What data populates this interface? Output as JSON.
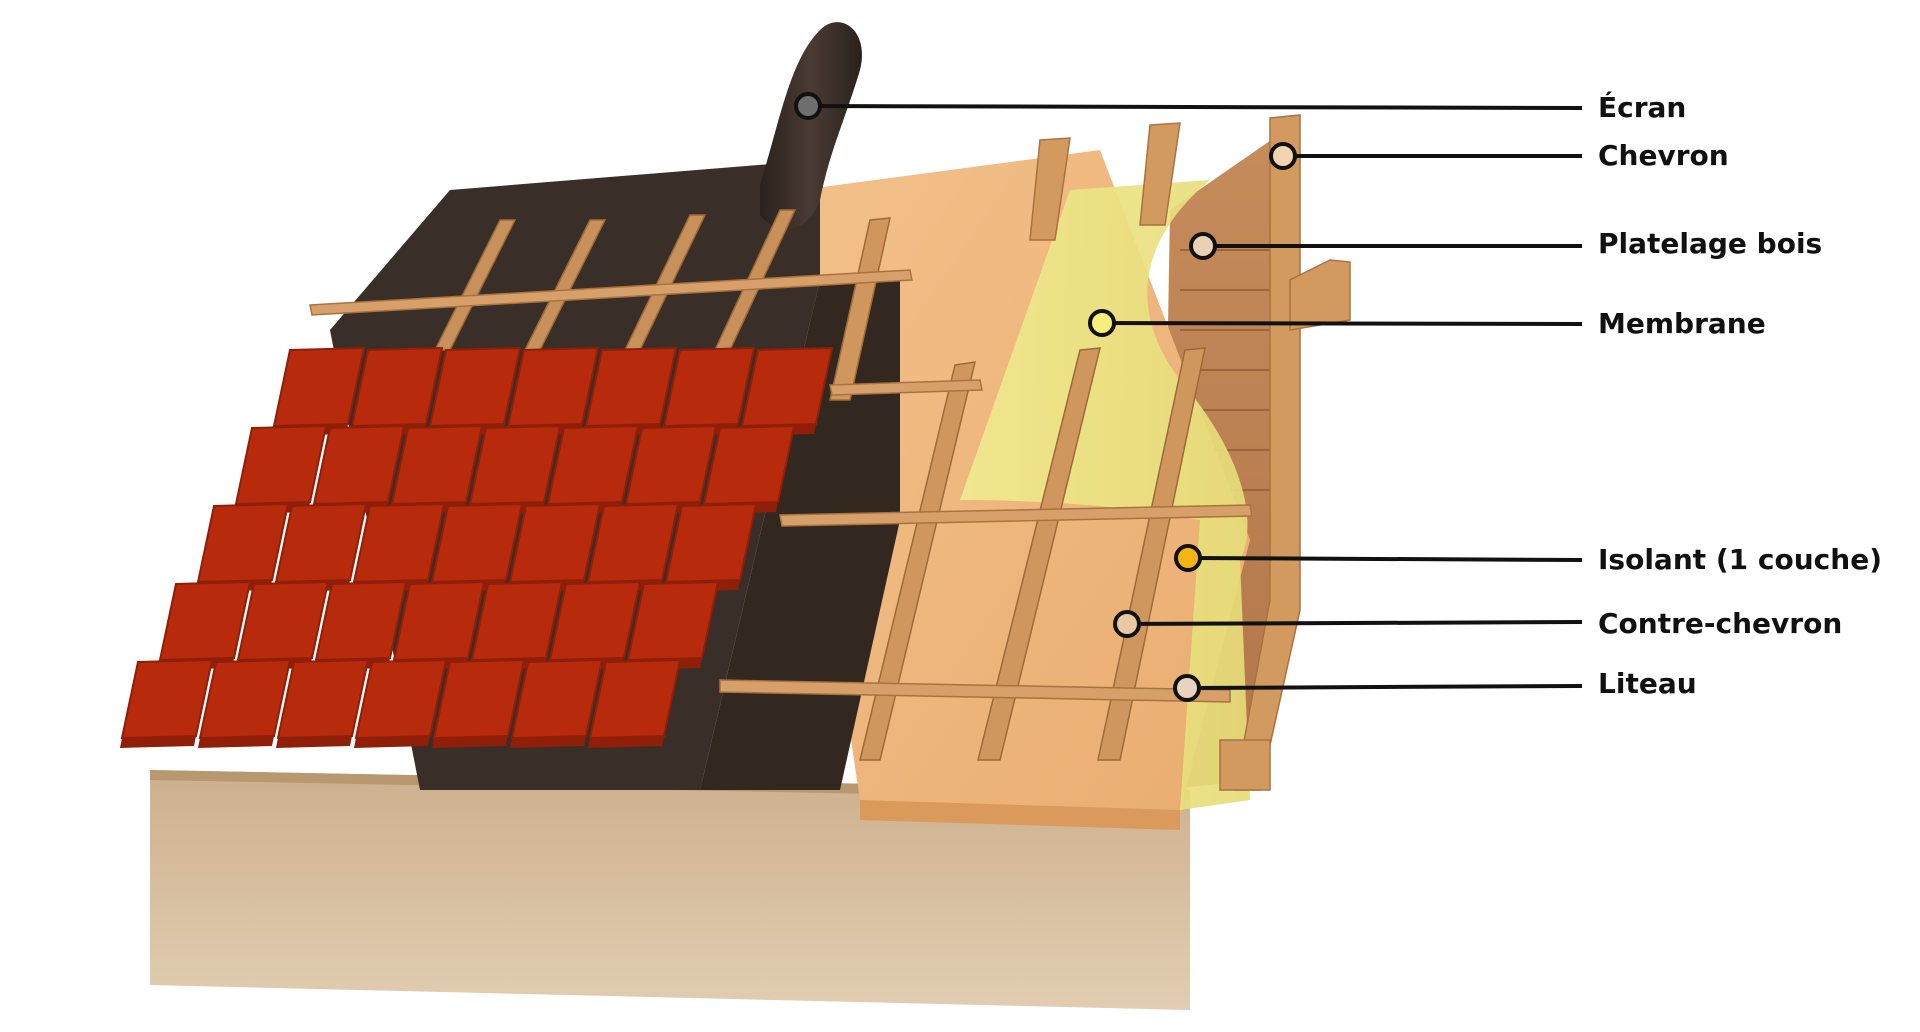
{
  "labels": [
    {
      "id": "ecran",
      "text": "Écran",
      "dot_color": "#6e6e6e"
    },
    {
      "id": "chevron",
      "text": "Chevron",
      "dot_color": "#f3d4b0"
    },
    {
      "id": "platelage",
      "text": "Platelage bois",
      "dot_color": "#ead0b4"
    },
    {
      "id": "membrane",
      "text": "Membrane",
      "dot_color": "#f6ef7a"
    },
    {
      "id": "isolant",
      "text": "Isolant (1 couche)",
      "dot_color": "#f3b514"
    },
    {
      "id": "contre_chevron",
      "text": "Contre-chevron",
      "dot_color": "#e9c9a3"
    },
    {
      "id": "liteau",
      "text": "Liteau",
      "dot_color": "#e8d2c0"
    }
  ],
  "colors": {
    "tile": "#b82a0c",
    "tile_dark": "#8f1f08",
    "screen": "#3a2e28",
    "insulation": "#efb97f",
    "membrane": "#eee78a",
    "wood": "#c98c52",
    "wall": "#d8c0a0"
  }
}
